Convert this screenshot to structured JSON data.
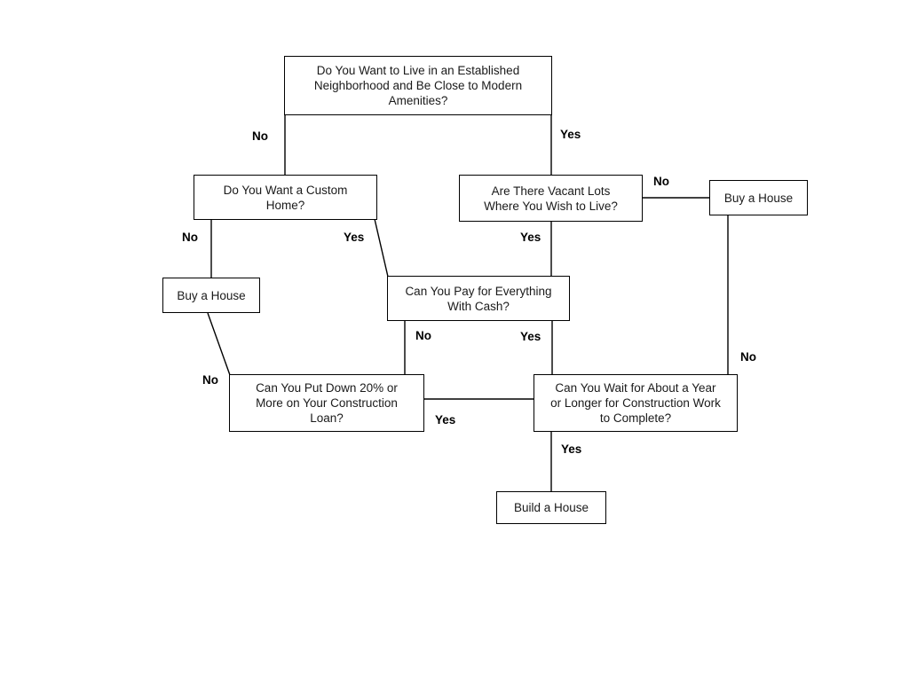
{
  "diagram": {
    "type": "flowchart",
    "nodes": {
      "q_neighborhood": {
        "label": "Do You Want to Live in an Established\nNeighborhood and Be Close to Modern\nAmenities?"
      },
      "q_custom_home": {
        "label": "Do You Want a Custom\nHome?"
      },
      "q_vacant_lots": {
        "label": "Are There Vacant Lots\nWhere You Wish to Live?"
      },
      "buy_house_right": {
        "label": "Buy a House"
      },
      "buy_house_left": {
        "label": "Buy a House"
      },
      "q_cash": {
        "label": "Can You Pay for Everything\nWith Cash?"
      },
      "q_down_payment": {
        "label": "Can You Put Down 20% or\nMore on Your Construction\nLoan?"
      },
      "q_wait": {
        "label": "Can You Wait for About a Year\nor Longer for Construction Work\nto Complete?"
      },
      "build_house": {
        "label": "Build a House"
      }
    },
    "edges": [
      {
        "from": "q_neighborhood",
        "to": "q_custom_home",
        "label": "No"
      },
      {
        "from": "q_neighborhood",
        "to": "q_vacant_lots",
        "label": "Yes"
      },
      {
        "from": "q_vacant_lots",
        "to": "buy_house_right",
        "label": "No"
      },
      {
        "from": "q_custom_home",
        "to": "buy_house_left",
        "label": "No"
      },
      {
        "from": "q_custom_home",
        "to": "q_cash",
        "label": "Yes"
      },
      {
        "from": "q_vacant_lots",
        "to": "q_cash",
        "label": "Yes"
      },
      {
        "from": "q_cash",
        "to": "q_down_payment",
        "label": "No"
      },
      {
        "from": "q_cash",
        "to": "q_wait",
        "label": "Yes"
      },
      {
        "from": "q_down_payment",
        "to": "buy_house_left",
        "label": "No"
      },
      {
        "from": "q_down_payment",
        "to": "q_wait",
        "label": "Yes"
      },
      {
        "from": "q_wait",
        "to": "buy_house_right",
        "label": "No"
      },
      {
        "from": "q_wait",
        "to": "build_house",
        "label": "Yes"
      }
    ],
    "colors": {
      "line": "#000000",
      "background": "#ffffff",
      "text": "#1a1a1a"
    }
  }
}
